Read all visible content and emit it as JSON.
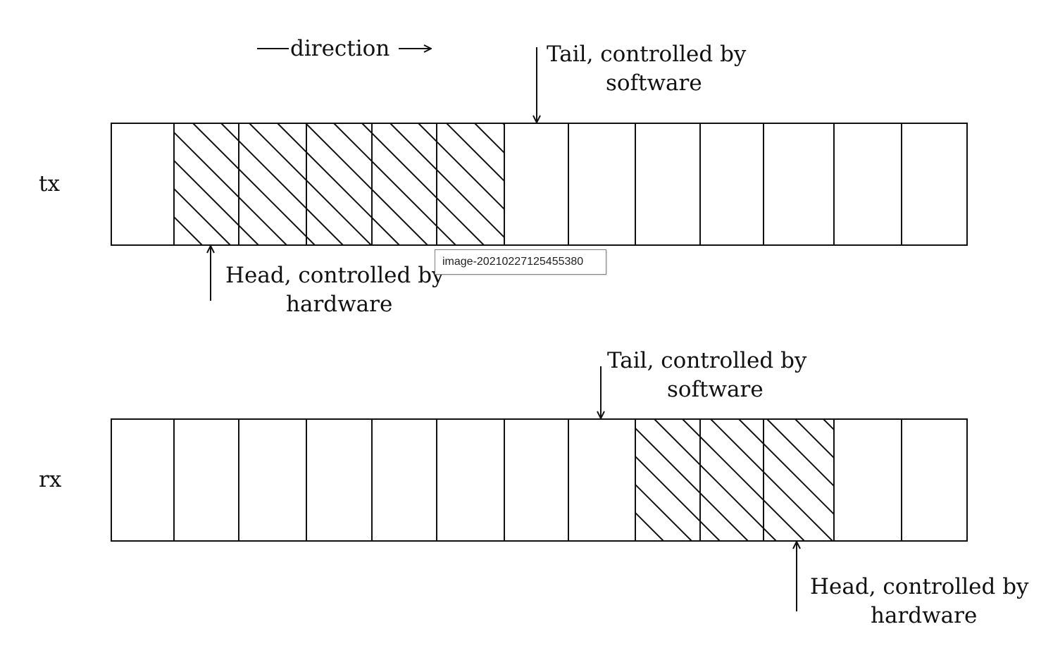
{
  "direction_label": "direction",
  "colors": {
    "stroke": "#111111",
    "background": "#ffffff",
    "tooltip_border": "#808080"
  },
  "rings": [
    {
      "id": "tx",
      "label": "tx",
      "slot_count": 13,
      "filled_slots": [
        1,
        2,
        3,
        4,
        5
      ],
      "tail": {
        "slot": 6,
        "text": [
          "Tail, controlled by",
          "software"
        ]
      },
      "head": {
        "slot": 1,
        "text": [
          "Head, controlled by",
          "hardware"
        ]
      }
    },
    {
      "id": "rx",
      "label": "rx",
      "slot_count": 13,
      "filled_slots": [
        8,
        9,
        10
      ],
      "tail": {
        "slot": 7,
        "text": [
          "Tail, controlled by",
          "software"
        ]
      },
      "head": {
        "slot": 10,
        "text": [
          "Head, controlled by",
          "hardware"
        ]
      }
    }
  ],
  "tooltip": "image-20210227125455380"
}
